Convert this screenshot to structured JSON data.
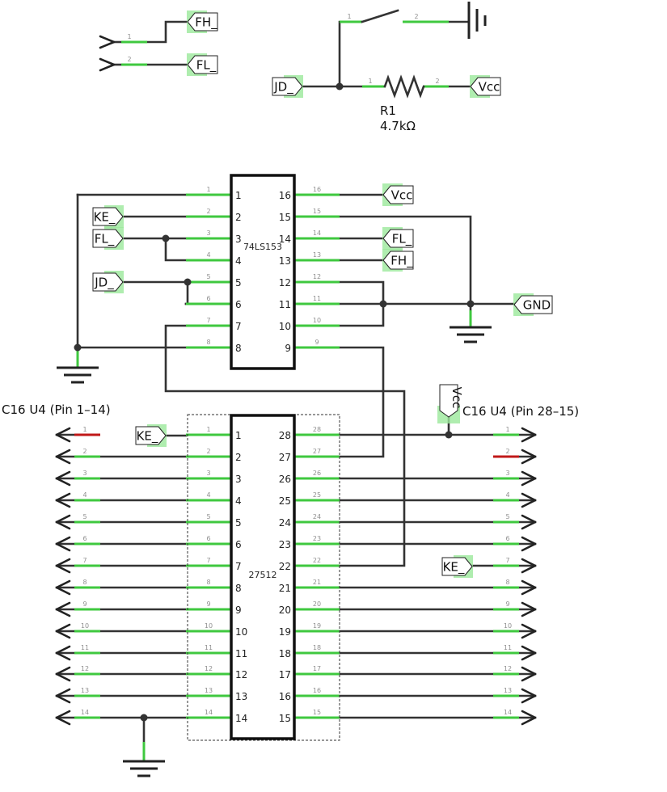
{
  "components": {
    "mux": {
      "part": "74LS153"
    },
    "eprom": {
      "part": "27512"
    },
    "resistor": {
      "ref": "R1",
      "value": "4.7kΩ"
    }
  },
  "connectors": {
    "left": {
      "title": "C16 U4 (Pin 1–14)"
    },
    "right": {
      "title": "C16 U4 (Pin 28–15)"
    }
  },
  "net_labels": {
    "fh": "FH_",
    "fl": "FL_",
    "jd": "JD_",
    "vcc": "Vcc",
    "ke": "KE_",
    "gnd": "GND"
  },
  "colors": {
    "pin": "#3fc83f",
    "wire": "#333333",
    "no_connect": "#c01818",
    "flag_highlight": "#9be89b"
  },
  "icons": {
    "ground": "ground-symbol",
    "switch": "switch-symbol",
    "resistor": "resistor-symbol",
    "arrow": "connector-arrow"
  }
}
